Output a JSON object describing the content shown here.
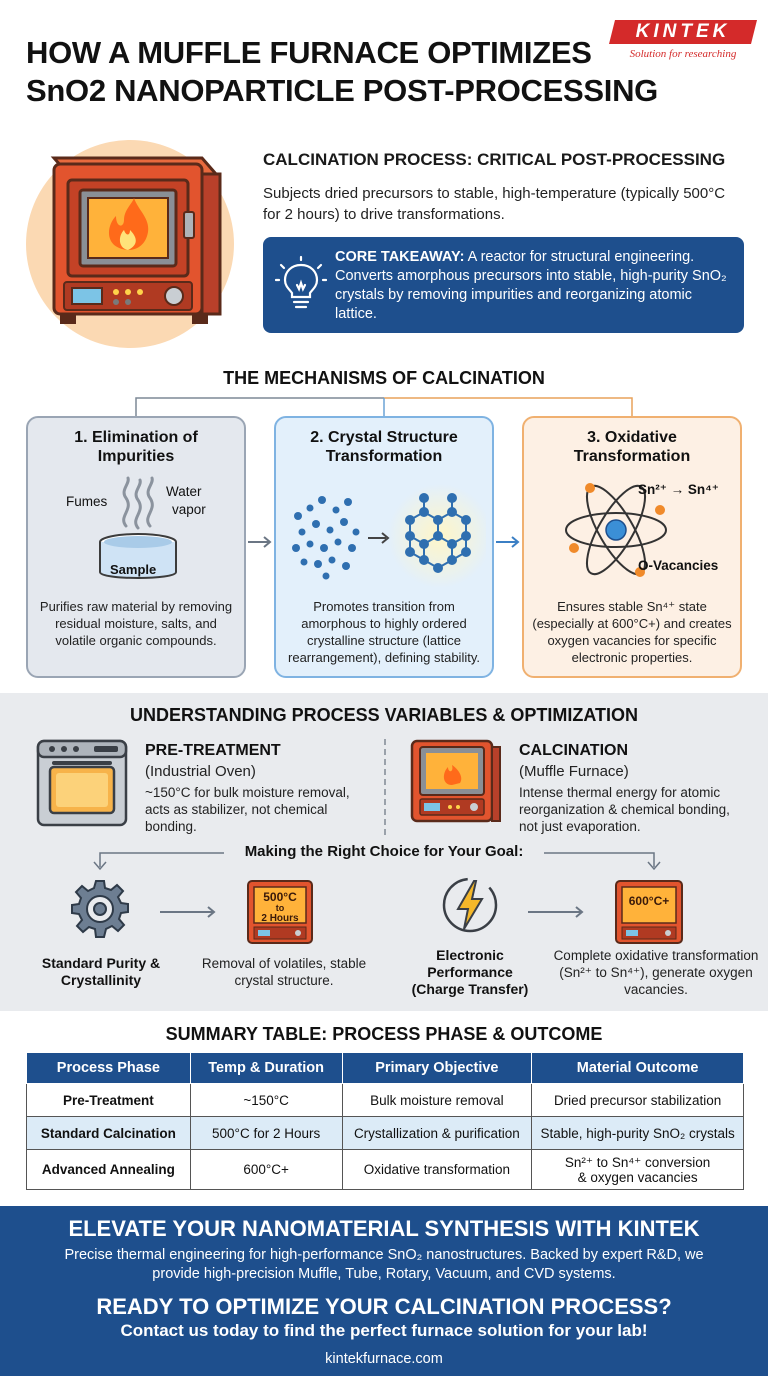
{
  "header": {
    "title_line1": "HOW A MUFFLE FURNACE OPTIMIZES",
    "title_line2": "SnO2 NANOPARTICLE POST-PROCESSING",
    "logo_word": "KINTEK",
    "logo_tagline": "Solution for researching"
  },
  "hero": {
    "heading": "CALCINATION PROCESS: CRITICAL POST-PROCESSING",
    "description": "Subjects dried precursors to stable, high-temperature (typically 500°C for 2 hours) to drive transformations.",
    "takeaway_label": "CORE TAKEAWAY:",
    "takeaway_text": " A reactor for structural engineering. Converts amorphous precursors into stable, high-purity SnO₂ crystals by removing impurities and reorganizing atomic lattice."
  },
  "mechanisms": {
    "title": "THE MECHANISMS OF CALCINATION",
    "cards": [
      {
        "title_line1": "1. Elimination of",
        "title_line2": "Impurities",
        "labels": {
          "fumes": "Fumes",
          "water": "Water",
          "vapor": "vapor",
          "sample": "Sample"
        },
        "description": "Purifies raw material by removing residual moisture, salts, and volatile organic compounds."
      },
      {
        "title_line1": "2. Crystal Structure",
        "title_line2": "Transformation",
        "description": "Promotes transition from amorphous to highly ordered crystalline structure (lattice rearrangement), defining stability."
      },
      {
        "title_line1": "3. Oxidative",
        "title_line2": "Transformation",
        "labels": {
          "transition": "Sn²⁺ → Sn⁴⁺",
          "vacancies": "O-Vacancies"
        },
        "description": "Ensures stable Sn⁴⁺ state (especially at 600°C+) and creates oxygen vacancies for specific electronic properties."
      }
    ]
  },
  "variables": {
    "title": "UNDERSTANDING PROCESS VARIABLES & OPTIMIZATION",
    "pretreatment": {
      "heading": "PRE-TREATMENT",
      "sub": "(Industrial Oven)",
      "desc": "~150°C for bulk moisture removal, acts as stabilizer, not chemical bonding."
    },
    "calcination": {
      "heading": "CALCINATION",
      "sub": "(Muffle Furnace)",
      "desc": "Intense thermal energy for atomic reorganization & chemical bonding, not just evaporation."
    },
    "choice_title": "Making the Right Choice for Your Goal:",
    "option1": {
      "goal": "Standard Purity & Crystallinity",
      "furnace_line1": "500°C",
      "furnace_line2": "to",
      "furnace_line3": "2 Hours",
      "outcome": "Removal of volatiles, stable crystal structure."
    },
    "option2": {
      "goal": "Electronic Performance (Charge Transfer)",
      "furnace_label": "600°C+",
      "outcome": "Complete oxidative transformation (Sn²⁺ to Sn⁴⁺), generate oxygen vacancies."
    }
  },
  "summary": {
    "title": "SUMMARY TABLE: PROCESS PHASE & OUTCOME",
    "headers": [
      "Process Phase",
      "Temp & Duration",
      "Primary Objective",
      "Material Outcome"
    ],
    "rows": [
      [
        "Pre-Treatment",
        "~150°C",
        "Bulk moisture removal",
        "Dried precursor stabilization"
      ],
      [
        "Standard Calcination",
        "500°C for 2 Hours",
        "Crystallization & purification",
        "Stable, high-purity SnO₂ crystals"
      ],
      [
        "Advanced Annealing",
        "600°C+",
        "Oxidative transformation",
        "Sn²⁺ to Sn⁴⁺ conversion & oxygen vacancies"
      ]
    ]
  },
  "footer": {
    "title": "ELEVATE YOUR NANOMATERIAL SYNTHESIS WITH KINTEK",
    "description": "Precise thermal engineering for high-performance SnO₂ nanostructures. Backed by expert R&D, we provide high-precision Muffle, Tube, Rotary, Vacuum, and CVD systems.",
    "cta": "READY TO OPTIMIZE YOUR CALCINATION PROCESS?",
    "contact": "Contact us today to find the perfect furnace solution for your lab!",
    "url": "kintekfurnace.com"
  },
  "colors": {
    "brand_red": "#d42a2a",
    "brand_blue": "#1e4f8d",
    "furnace_orange": "#e2542e",
    "accent_orange": "#f0b070"
  },
  "icons": [
    "muffle-furnace-icon",
    "lightbulb-icon",
    "steam-sample-icon",
    "lattice-icon",
    "atom-icon",
    "oven-icon",
    "gear-icon",
    "lightning-icon"
  ]
}
